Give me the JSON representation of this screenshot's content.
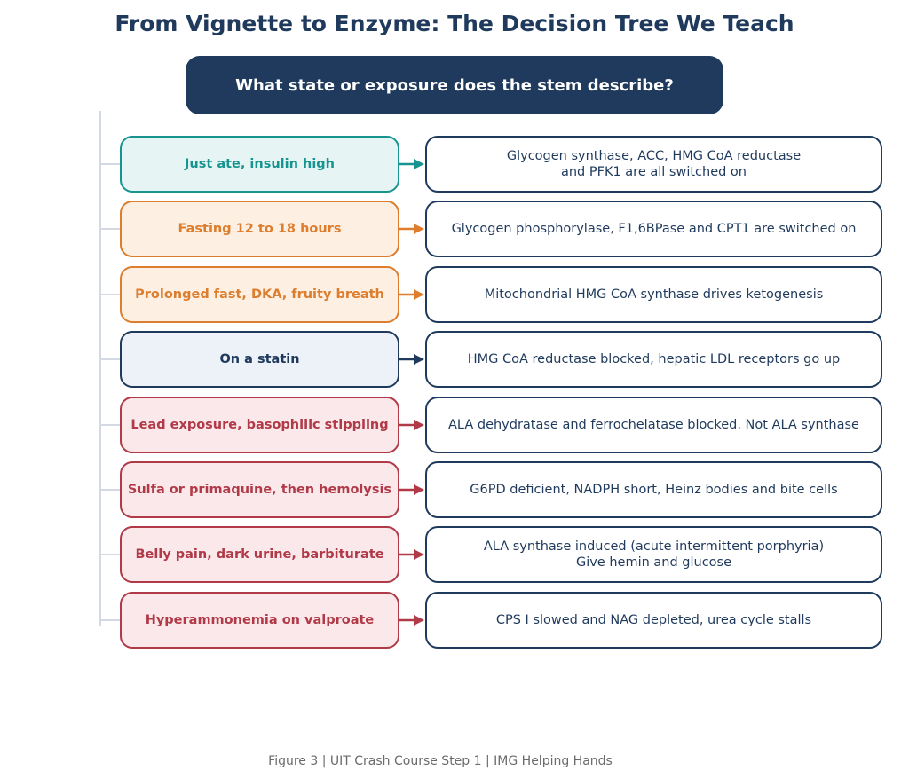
{
  "title": "From Vignette to Enzyme: The Decision Tree We Teach",
  "root_question": "What state or exposure does the stem describe?",
  "colors": {
    "navy": "#1f3a5c",
    "teal": "#17948f",
    "orange": "#dd7d2e",
    "red": "#b03a48",
    "spine": "#d3dae3"
  },
  "rows": [
    {
      "condition": "Just ate, insulin high",
      "theme": "teal",
      "result": "Glycogen synthase, ACC, HMG CoA reductase\nand PFK1 are all switched on"
    },
    {
      "condition": "Fasting 12 to 18 hours",
      "theme": "orange",
      "result": "Glycogen phosphorylase, F1,6BPase and CPT1 are switched on"
    },
    {
      "condition": "Prolonged fast, DKA, fruity breath",
      "theme": "orange",
      "result": "Mitochondrial HMG CoA synthase drives ketogenesis"
    },
    {
      "condition": "On a statin",
      "theme": "navy",
      "result": "HMG CoA reductase blocked, hepatic LDL receptors go up"
    },
    {
      "condition": "Lead exposure, basophilic stippling",
      "theme": "red",
      "result": "ALA dehydratase and ferrochelatase blocked. Not ALA synthase"
    },
    {
      "condition": "Sulfa or primaquine, then hemolysis",
      "theme": "red",
      "result": "G6PD deficient, NADPH short, Heinz bodies and bite cells"
    },
    {
      "condition": "Belly pain, dark urine, barbiturate",
      "theme": "red",
      "result": "ALA synthase induced (acute intermittent porphyria)\nGive hemin and glucose"
    },
    {
      "condition": "Hyperammonemia on valproate",
      "theme": "red",
      "result": "CPS I slowed and NAG depleted, urea cycle stalls"
    }
  ],
  "caption": "Figure 3  |  UIT Crash Course Step 1  |  IMG Helping Hands"
}
